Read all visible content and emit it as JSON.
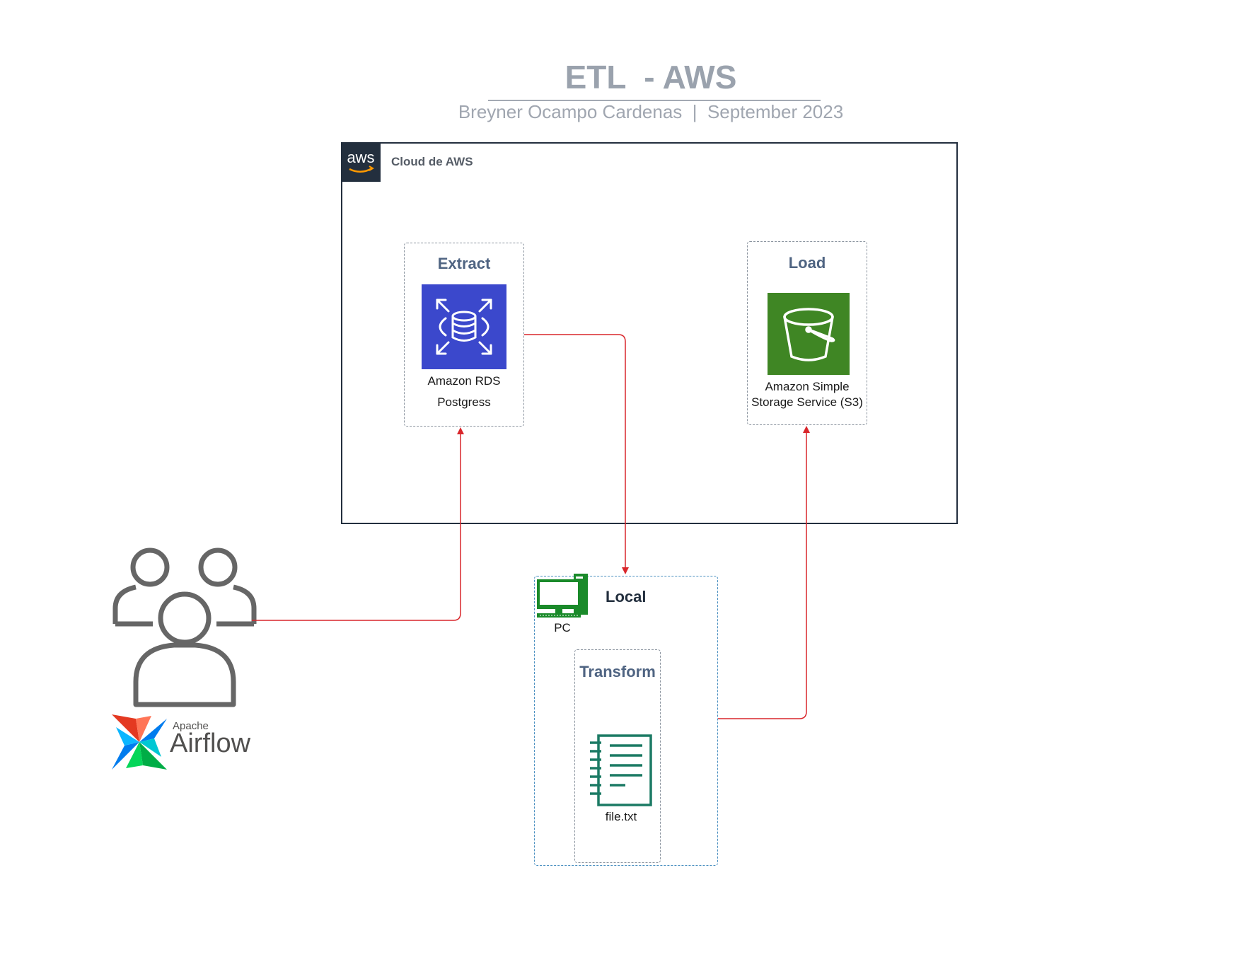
{
  "header": {
    "title": "ETL  - AWS",
    "subtitle": "Breyner Ocampo Cardenas  |  September 2023"
  },
  "cloud": {
    "label": "Cloud de AWS",
    "logo_text": "aws"
  },
  "extract": {
    "title": "Extract",
    "node_line1": "Amazon RDS",
    "node_line2": "Postgress"
  },
  "load": {
    "title": "Load",
    "node_line1": "Amazon Simple",
    "node_line2": "Storage Service (S3)"
  },
  "local": {
    "label": "Local",
    "pc_label": "PC"
  },
  "transform": {
    "title": "Transform",
    "file_label": "file.txt"
  },
  "airflow": {
    "small": "Apache",
    "big": "Airflow"
  },
  "colors": {
    "arrow": "#d9262b",
    "rds": "#3b48cc",
    "s3": "#3f8624",
    "pc": "#1a8a2a",
    "file": "#1b7a64",
    "aws_dark": "#232f3e",
    "users": "#666666"
  },
  "icons": {
    "rds": "database-icon",
    "s3": "bucket-icon",
    "pc": "computer-icon",
    "file": "notebook-icon",
    "users": "users-icon",
    "airflow": "pinwheel-icon"
  }
}
